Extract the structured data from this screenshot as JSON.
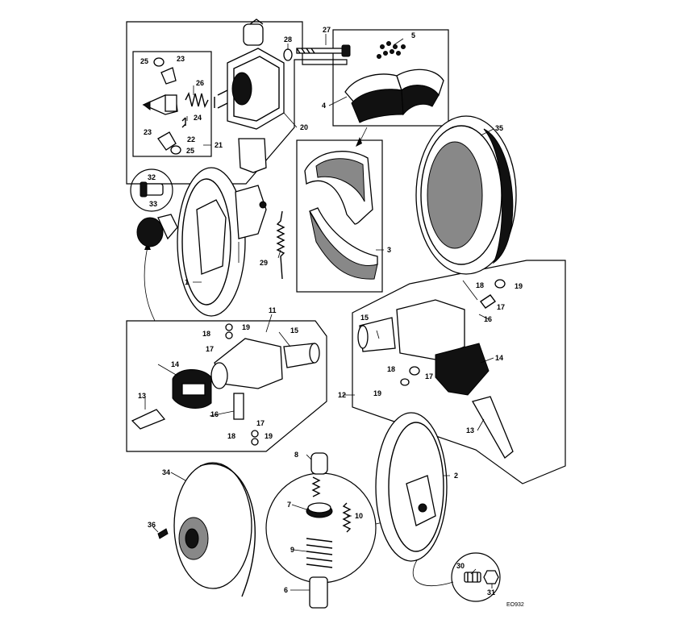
{
  "drawing_ref": "EO932",
  "callouts": [
    {
      "id": "c27",
      "text": "27"
    },
    {
      "id": "c28",
      "text": "28"
    },
    {
      "id": "c25a",
      "text": "25"
    },
    {
      "id": "c23a",
      "text": "23"
    },
    {
      "id": "c26",
      "text": "26"
    },
    {
      "id": "c24",
      "text": "24"
    },
    {
      "id": "c23b",
      "text": "23"
    },
    {
      "id": "c22",
      "text": "22"
    },
    {
      "id": "c25b",
      "text": "25"
    },
    {
      "id": "c21",
      "text": "21"
    },
    {
      "id": "c20",
      "text": "20"
    },
    {
      "id": "c5",
      "text": "5"
    },
    {
      "id": "c4",
      "text": "4"
    },
    {
      "id": "c35",
      "text": "35"
    },
    {
      "id": "c32",
      "text": "32"
    },
    {
      "id": "c33",
      "text": "33"
    },
    {
      "id": "c29",
      "text": "29"
    },
    {
      "id": "c3",
      "text": "3"
    },
    {
      "id": "c1",
      "text": "1"
    },
    {
      "id": "c11",
      "text": "11"
    },
    {
      "id": "c18a",
      "text": "18"
    },
    {
      "id": "c19a",
      "text": "19"
    },
    {
      "id": "c15a",
      "text": "15"
    },
    {
      "id": "c17a",
      "text": "17"
    },
    {
      "id": "c14a",
      "text": "14"
    },
    {
      "id": "c13a",
      "text": "13"
    },
    {
      "id": "c16a",
      "text": "16"
    },
    {
      "id": "c17b",
      "text": "17"
    },
    {
      "id": "c18b",
      "text": "18"
    },
    {
      "id": "c19b",
      "text": "19"
    },
    {
      "id": "c18c",
      "text": "18"
    },
    {
      "id": "c19c",
      "text": "19"
    },
    {
      "id": "c17c",
      "text": "17"
    },
    {
      "id": "c16b",
      "text": "16"
    },
    {
      "id": "c15b",
      "text": "15"
    },
    {
      "id": "c14b",
      "text": "14"
    },
    {
      "id": "c18d",
      "text": "18"
    },
    {
      "id": "c17d",
      "text": "17"
    },
    {
      "id": "c19d",
      "text": "19"
    },
    {
      "id": "c12",
      "text": "12"
    },
    {
      "id": "c13b",
      "text": "13"
    },
    {
      "id": "c8",
      "text": "8"
    },
    {
      "id": "c34",
      "text": "34"
    },
    {
      "id": "c2",
      "text": "2"
    },
    {
      "id": "c7",
      "text": "7"
    },
    {
      "id": "c10",
      "text": "10"
    },
    {
      "id": "c36",
      "text": "36"
    },
    {
      "id": "c9",
      "text": "9"
    },
    {
      "id": "c30",
      "text": "30"
    },
    {
      "id": "c31",
      "text": "31"
    },
    {
      "id": "c6",
      "text": "6"
    }
  ]
}
